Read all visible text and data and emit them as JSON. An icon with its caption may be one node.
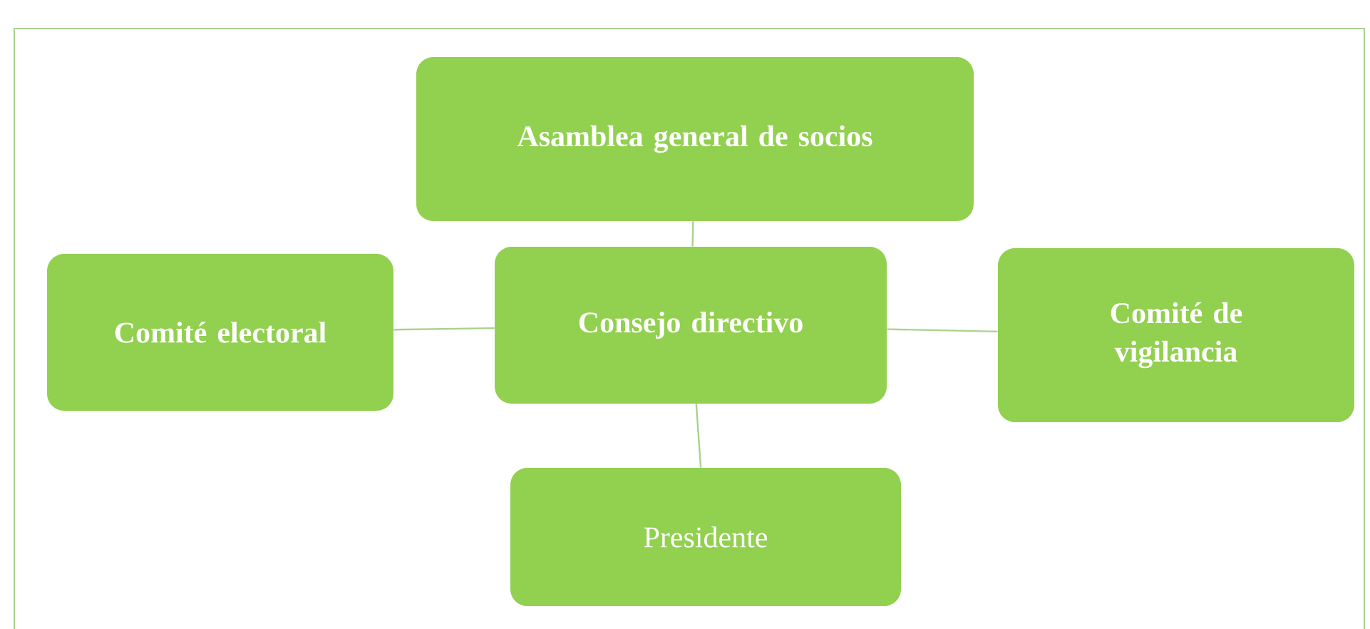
{
  "diagram": {
    "nodes": [
      {
        "text": [
          "Asamblea general de socios"
        ]
      },
      {
        "text": [
          "Consejo directivo"
        ]
      },
      {
        "text": [
          "Comité electoral"
        ]
      },
      {
        "text": [
          "Comité de vigilancia"
        ]
      },
      {
        "text": [
          "Presidente"
        ]
      }
    ],
    "edges": [
      {
        "from": 0,
        "to": 1,
        "arrow": "none"
      },
      {
        "from": 2,
        "to": 1,
        "arrow": "none"
      },
      {
        "from": 1,
        "to": 3,
        "arrow": "none"
      },
      {
        "from": 1,
        "to": 4,
        "arrow": "none"
      }
    ]
  }
}
